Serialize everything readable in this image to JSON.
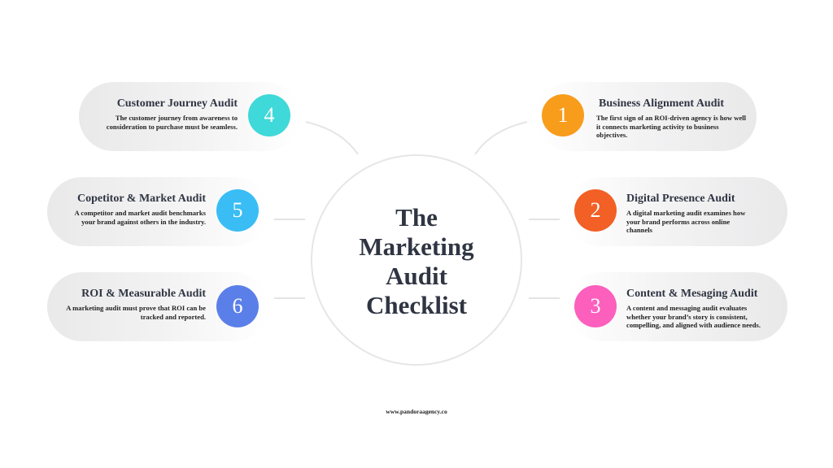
{
  "center_title": [
    "The",
    "Marketing",
    "Audit",
    "Checklist"
  ],
  "items": [
    {
      "number": "1",
      "title": "Business Alignment Audit",
      "description": "The first sign of an ROI-driven agency is how well it connects marketing activity to business objectives.",
      "color": "#f89c1c"
    },
    {
      "number": "2",
      "title": "Digital Presence Audit",
      "description": "A digital marketing audit examines how your brand performs across online channels",
      "color": "#f26025"
    },
    {
      "number": "3",
      "title": "Content & Mesaging Audit",
      "description": "A content and messaging audit evaluates whether your brand’s story is consistent, compelling, and aligned with audience needs.",
      "color": "#fd5fbd"
    },
    {
      "number": "4",
      "title": "Customer Journey Audit",
      "description": "The customer journey from awareness to consideration to purchase must be seamless.",
      "color": "#3ed9d8"
    },
    {
      "number": "5",
      "title": "Copetitor & Market Audit",
      "description": "A competitor and market audit benchmarks your brand against others in the industry.",
      "color": "#39bdf4"
    },
    {
      "number": "6",
      "title": "ROI & Measurable Audit",
      "description": "A marketing audit must prove that ROI can be tracked and reported.",
      "color": "#5b7fe9"
    }
  ],
  "footer": "www.pandoraagency.co"
}
